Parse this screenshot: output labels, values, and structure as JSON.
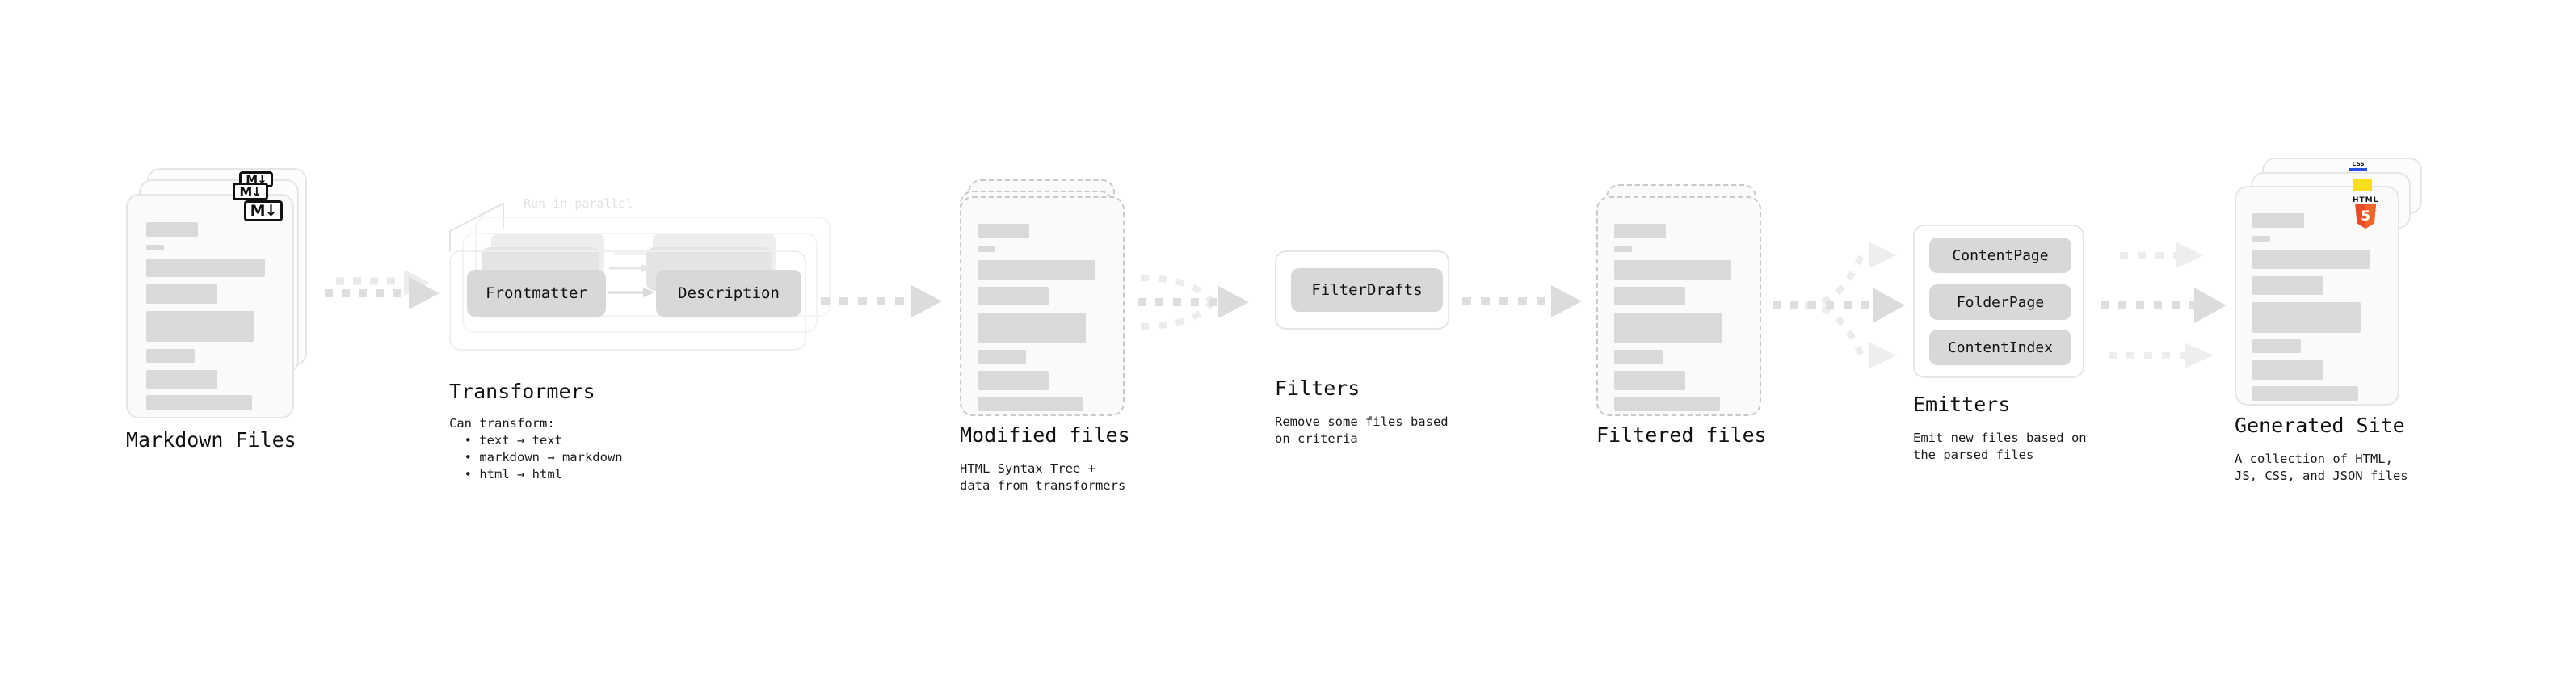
{
  "diagram": {
    "title_semantic": "quartz-build-pipeline",
    "background": "#ffffff",
    "accent_colors": {
      "skeleton": "#d9d9d9",
      "card_border": "#e6e6e6",
      "dashed_border": "#c9c9c9",
      "arrow": "#d8d8d8",
      "pill": "#d8d8d8",
      "html5_orange": "#e44d26",
      "js_yellow": "#f7df1e",
      "css_blue": "#264de4",
      "muted_text": "#e2e2e2"
    }
  },
  "stages": [
    {
      "key": "markdown_files",
      "title": "Markdown Files",
      "subtitle": "",
      "badge": "M↓",
      "badge_name": "markdown-badge"
    },
    {
      "key": "transformers",
      "title": "Transformers",
      "subtitle": "Can transform:\n  • text → text\n  • markdown → markdown\n  • html → html",
      "annotation": "Run in parallel",
      "nodes": [
        "Frontmatter",
        "Description"
      ]
    },
    {
      "key": "modified_files",
      "title": "Modified files",
      "subtitle": "HTML Syntax Tree +\ndata from transformers"
    },
    {
      "key": "filters",
      "title": "Filters",
      "subtitle": "Remove some files based\non criteria",
      "nodes": [
        "FilterDrafts"
      ]
    },
    {
      "key": "filtered_files",
      "title": "Filtered files",
      "subtitle": ""
    },
    {
      "key": "emitters",
      "title": "Emitters",
      "subtitle": "Emit new files based on\nthe parsed files",
      "nodes": [
        "ContentPage",
        "FolderPage",
        "ContentIndex"
      ]
    },
    {
      "key": "generated_site",
      "title": "Generated Site",
      "subtitle": "A collection of HTML,\nJS, CSS, and JSON files",
      "badges": [
        "HTML",
        "5",
        "CSS"
      ]
    }
  ]
}
